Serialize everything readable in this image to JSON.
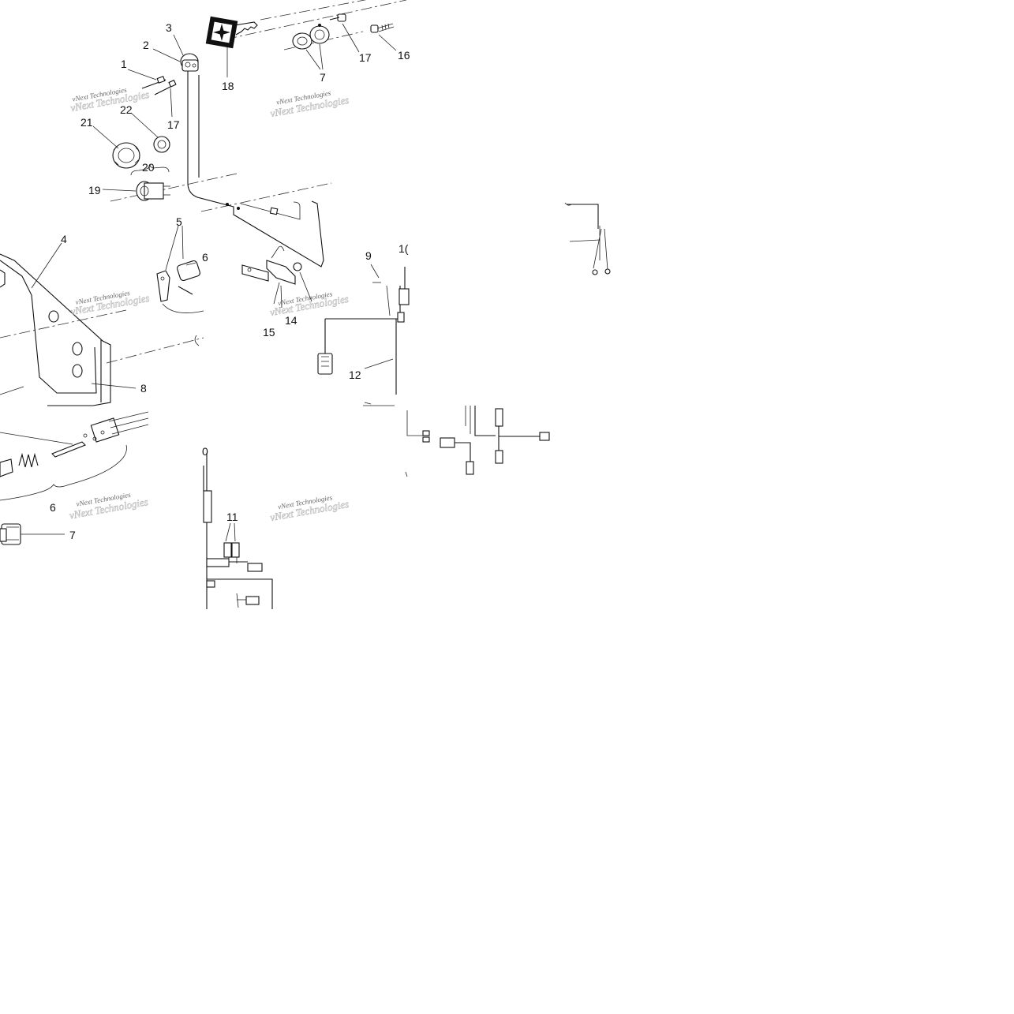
{
  "callouts": [
    "1",
    "2",
    "3",
    "4",
    "5",
    "6",
    "6",
    "7",
    "7",
    "8",
    "9",
    "1(",
    "12",
    "14",
    "15",
    "16",
    "17",
    "17",
    "18",
    "19",
    "20",
    "21",
    "22",
    "0",
    "11"
  ],
  "watermark": {
    "text": "vNext Technologies"
  }
}
